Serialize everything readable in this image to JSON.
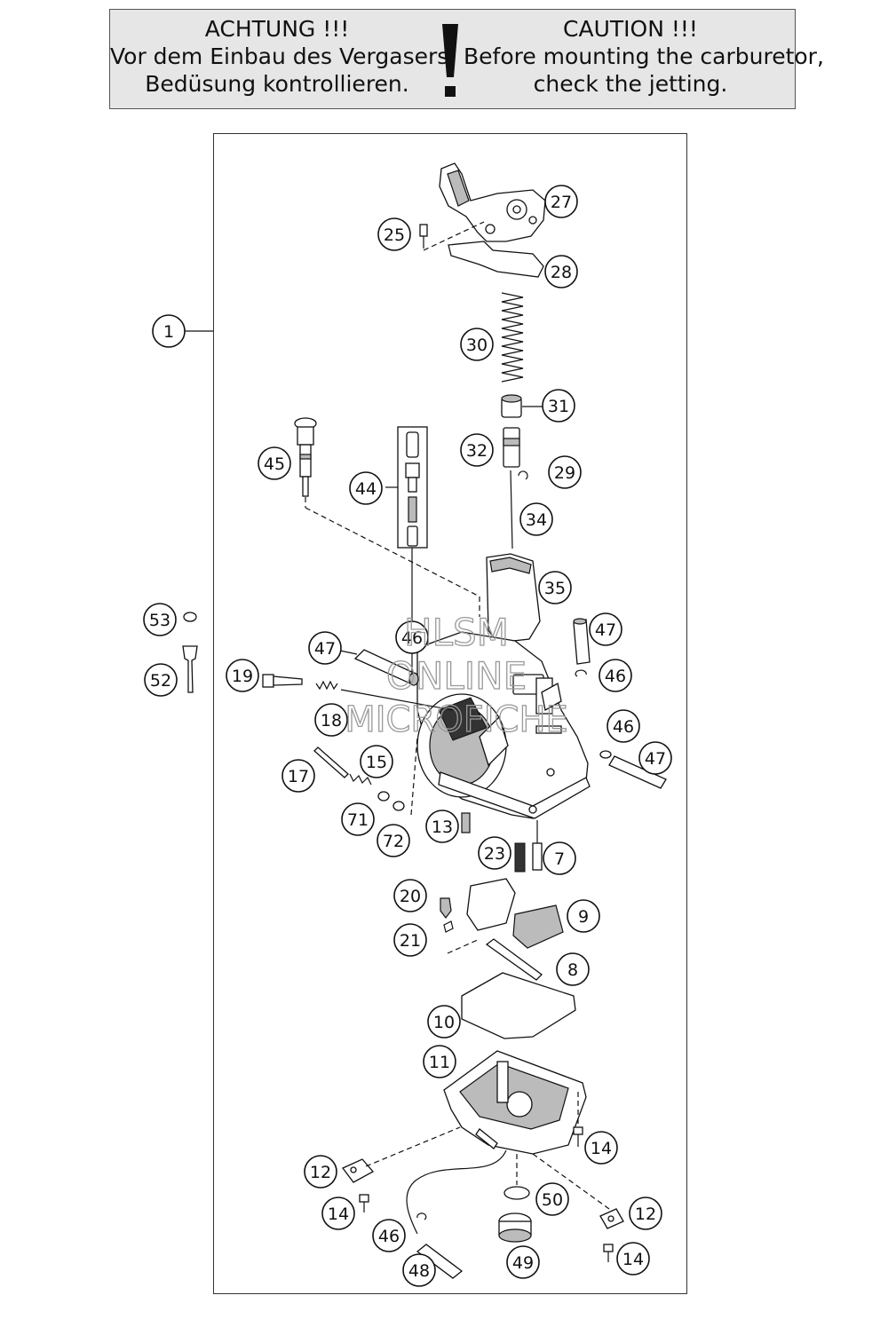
{
  "warning": {
    "de_lines": [
      "ACHTUNG !!!",
      "Vor dem Einbau des Vergasers,",
      "Bedüsung kontrollieren."
    ],
    "en_lines": [
      "CAUTION !!!",
      "Before mounting the carburetor,",
      "check the jetting."
    ],
    "symbol": "exclamation-icon"
  },
  "callouts": [
    "1",
    "25",
    "27",
    "28",
    "30",
    "31",
    "32",
    "29",
    "34",
    "45",
    "44",
    "35",
    "47",
    "46",
    "47",
    "46",
    "46",
    "47",
    "53",
    "52",
    "19",
    "18",
    "17",
    "15",
    "71",
    "72",
    "13",
    "23",
    "7",
    "20",
    "9",
    "21",
    "8",
    "10",
    "11",
    "14",
    "12",
    "14",
    "50",
    "12",
    "46",
    "49",
    "14",
    "48"
  ],
  "watermark": [
    "HLSM",
    "ONLINE",
    "MICROFICHE"
  ]
}
